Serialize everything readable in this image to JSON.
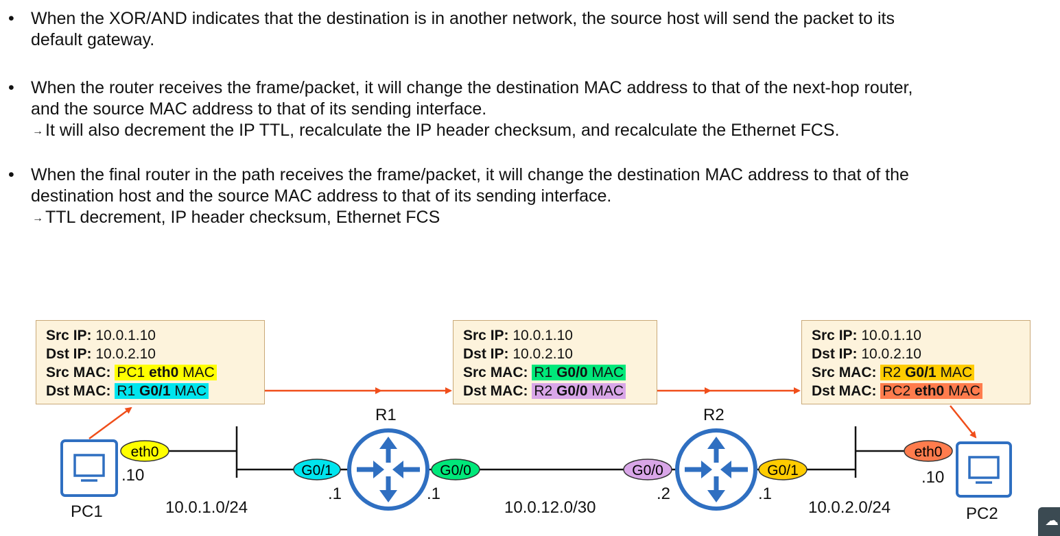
{
  "bullets": [
    {
      "lines": [
        "When the XOR/AND indicates that the destination is in another network, the source host will send the packet to its",
        "default gateway."
      ]
    },
    {
      "lines": [
        "When the router receives the frame/packet, it will change the destination MAC address to that of the next-hop router,",
        "and the source MAC address to that of its sending interface."
      ],
      "sub": "It will also decrement the IP TTL, recalculate the IP header checksum, and recalculate the Ethernet FCS."
    },
    {
      "lines": [
        "When the final router in the path receives the frame/packet, it will change the destination MAC address to that of the",
        "destination host and the source MAC address to that of its sending interface."
      ],
      "sub": "TTL decrement, IP header checksum, Ethernet FCS"
    }
  ],
  "bullet_symbol": "•",
  "arrow_symbol": "→",
  "field_labels": {
    "src_ip": "Src IP:",
    "dst_ip": "Dst IP:",
    "src_mac": "Src MAC:",
    "dst_mac": "Dst MAC:"
  },
  "packets": [
    {
      "src_ip": "10.0.1.10",
      "dst_ip": "10.0.2.10",
      "src_mac": {
        "device": "PC1",
        "iface": "eth0",
        "suffix": "MAC",
        "color": "#ffff00"
      },
      "dst_mac": {
        "device": "R1",
        "iface": "G0/1",
        "suffix": "MAC",
        "color": "#00e5ee"
      }
    },
    {
      "src_ip": "10.0.1.10",
      "dst_ip": "10.0.2.10",
      "src_mac": {
        "device": "R1",
        "iface": "G0/0",
        "suffix": "MAC",
        "color": "#00e87a"
      },
      "dst_mac": {
        "device": "R2",
        "iface": "G0/0",
        "suffix": "MAC",
        "color": "#d9a6e8"
      }
    },
    {
      "src_ip": "10.0.1.10",
      "dst_ip": "10.0.2.10",
      "src_mac": {
        "device": "R2",
        "iface": "G0/1",
        "suffix": "MAC",
        "color": "#ffcc00"
      },
      "dst_mac": {
        "device": "PC2",
        "iface": "eth0",
        "suffix": "MAC",
        "color": "#ff7c4d"
      }
    }
  ],
  "devices": {
    "pc1": {
      "name": "PC1",
      "iface": "eth0",
      "iface_color": "#ffff00",
      "host": ".10"
    },
    "pc2": {
      "name": "PC2",
      "iface": "eth0",
      "iface_color": "#ff7c4d",
      "host": ".10"
    },
    "r1": {
      "name": "R1",
      "left_iface": "G0/1",
      "left_color": "#00e5ee",
      "left_host": ".1",
      "right_iface": "G0/0",
      "right_color": "#00e87a",
      "right_host": ".1"
    },
    "r2": {
      "name": "R2",
      "left_iface": "G0/0",
      "left_color": "#d9a6e8",
      "left_host": ".2",
      "right_iface": "G0/1",
      "right_color": "#ffcc00",
      "right_host": ".1"
    }
  },
  "networks": {
    "lan1": "10.0.1.0/24",
    "wan": "10.0.12.0/30",
    "lan2": "10.0.2.0/24"
  },
  "colors": {
    "arrow": "#f04e1a",
    "device": "#2f6fc1",
    "box_bg": "#fdf3dc",
    "box_border": "#c9a877"
  },
  "icons": {
    "pc": "monitor-icon",
    "router": "router-icon",
    "corner": "cloud-icon"
  }
}
